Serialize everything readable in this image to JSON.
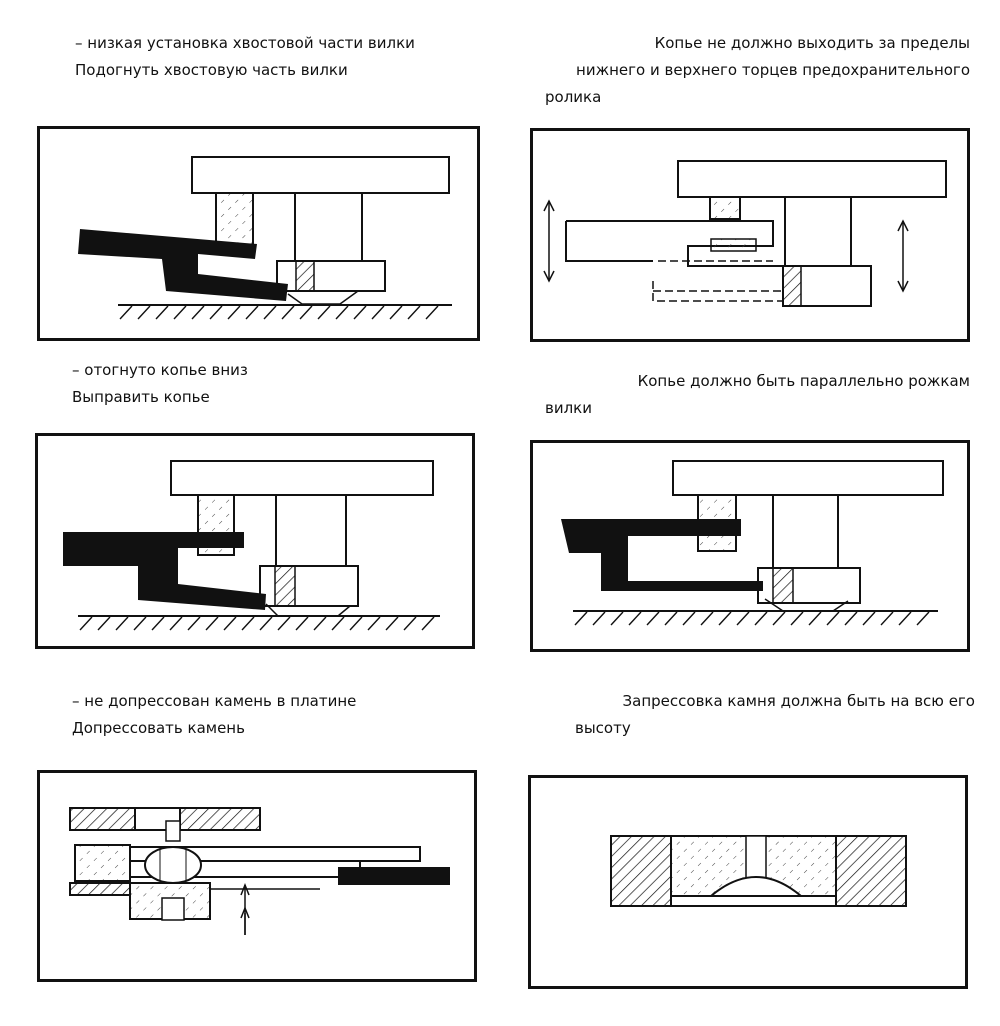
{
  "blocks": [
    {
      "defect": "– низкая установка хвостовой части вилки",
      "fix": "Подогнуть хвостовую часть вилки",
      "norm": [
        "Копье не должно выходить за пределы",
        "нижнего и верхнего торцев предохранительного",
        "ролика"
      ]
    },
    {
      "defect": "– отогнуто копье вниз",
      "fix": "Выправить копье",
      "norm": [
        "Копье должно быть параллельно рожкам",
        "вилки"
      ]
    },
    {
      "defect": "– не допрессован камень в платине",
      "fix": "Допрессовать камень",
      "norm": [
        "Запрессовка камня должна быть на всю его",
        "высоту"
      ]
    }
  ]
}
